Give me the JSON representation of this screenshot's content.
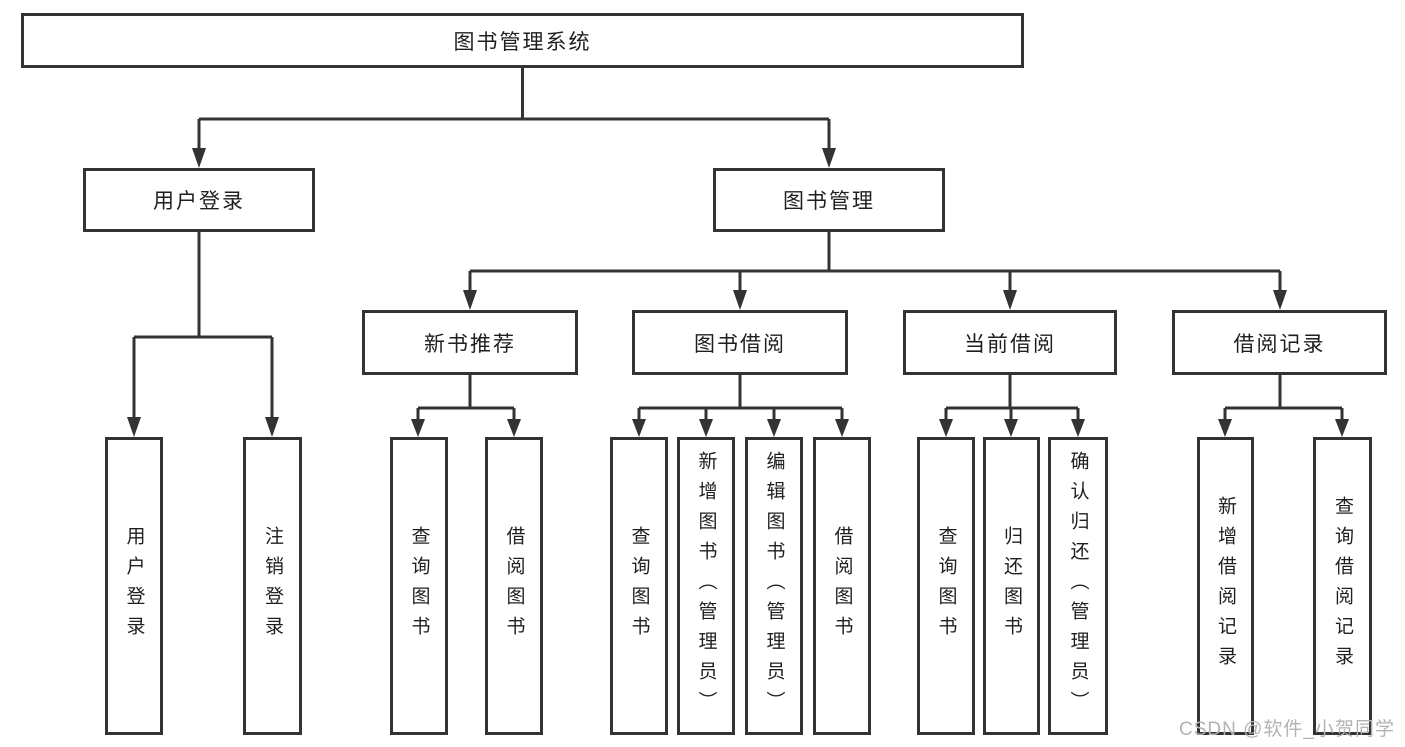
{
  "title": "图书管理系统",
  "colors": {
    "line": "#333333",
    "text": "#1f1f1f",
    "box_bg": "#ffffff",
    "background": "#ffffff",
    "watermark": "#b3b3b3"
  },
  "watermark": {
    "text": "CSDN @软件_小贺同学"
  },
  "nodes": {
    "root": {
      "label": "图书管理系统"
    },
    "user_login": {
      "label": "用户登录"
    },
    "book_mgmt": {
      "label": "图书管理"
    },
    "new_book_rec": {
      "label": "新书推荐"
    },
    "book_borrow": {
      "label": "图书借阅"
    },
    "current_borrow": {
      "label": "当前借阅"
    },
    "borrow_record": {
      "label": "借阅记录"
    },
    "ul_login": {
      "label": "用户登录"
    },
    "ul_logout": {
      "label": "注销登录"
    },
    "nbr_query": {
      "label": "查询图书"
    },
    "nbr_borrow": {
      "label": "借阅图书"
    },
    "bb_query": {
      "label": "查询图书"
    },
    "bb_add": {
      "label": "新增图书（管理员）"
    },
    "bb_edit": {
      "label": "编辑图书（管理员）"
    },
    "bb_borrow": {
      "label": "借阅图书"
    },
    "cb_query": {
      "label": "查询图书"
    },
    "cb_return": {
      "label": "归还图书"
    },
    "cb_confirm": {
      "label": "确认归还（管理员）"
    },
    "br_add": {
      "label": "新增借阅记录"
    },
    "br_query": {
      "label": "查询借阅记录"
    }
  }
}
